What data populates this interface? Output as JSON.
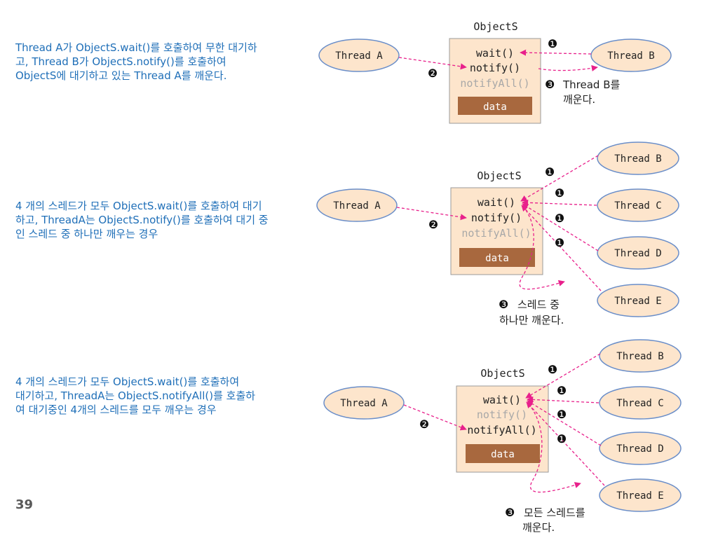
{
  "page_number": "39",
  "panels": [
    {
      "description": [
        "Thread A가 ObjectS.wait()를 호출하여 무한 대기하",
        "고, Thread B가 ObjectS.notify()를 호출하여",
        "ObjectS에 대기하고 있는 Thread A를 깨운다."
      ],
      "object_title": "ObjectS",
      "methods": [
        "wait()",
        "notify()",
        "notifyAll()"
      ],
      "data_label": "data",
      "left_thread": "Thread A",
      "right_threads": [
        "Thread B"
      ],
      "steps": [
        "❶",
        "❷",
        "❸"
      ],
      "step3_text": [
        "Thread B를",
        "깨운다."
      ]
    },
    {
      "description": [
        "4 개의 스레드가 모두 ObjectS.wait()를 호출하여 대기",
        "하고, ThreadA는 ObjectS.notify()를 호출하여 대기 중",
        "인 스레드 중 하나만 깨우는 경우"
      ],
      "object_title": "ObjectS",
      "methods": [
        "wait()",
        "notify()",
        "notifyAll()"
      ],
      "data_label": "data",
      "left_thread": "Thread A",
      "right_threads": [
        "Thread B",
        "Thread C",
        "Thread D",
        "Thread E"
      ],
      "steps": [
        "❶",
        "❶",
        "❶",
        "❶",
        "❷",
        "❸"
      ],
      "step3_text": [
        "스레드 중",
        "하나만 깨운다."
      ]
    },
    {
      "description": [
        "4 개의 스레드가 모두 ObjectS.wait()를 호출하여",
        "대기하고, ThreadA는 ObjectS.notifyAll()를 호출하",
        "여 대기중인 4개의 스레드를 모두 깨우는 경우"
      ],
      "object_title": "ObjectS",
      "methods": [
        "wait()",
        "notify()",
        "notifyAll()"
      ],
      "data_label": "data",
      "left_thread": "Thread A",
      "right_threads": [
        "Thread B",
        "Thread C",
        "Thread D",
        "Thread E"
      ],
      "steps": [
        "❶",
        "❶",
        "❶",
        "❶",
        "❷",
        "❸"
      ],
      "step3_text": [
        "모든 스레드를",
        "깨운다."
      ]
    }
  ],
  "colors": {
    "description_text": "#1f6fb8",
    "object_fill": "#fde5cc",
    "object_border": "#9a9a9a",
    "data_fill": "#a8683e",
    "thread_fill": "#fde5cc",
    "thread_border": "#6a8ec9",
    "arrow": "#e8208b",
    "dim_method": "#a8a8a8"
  }
}
